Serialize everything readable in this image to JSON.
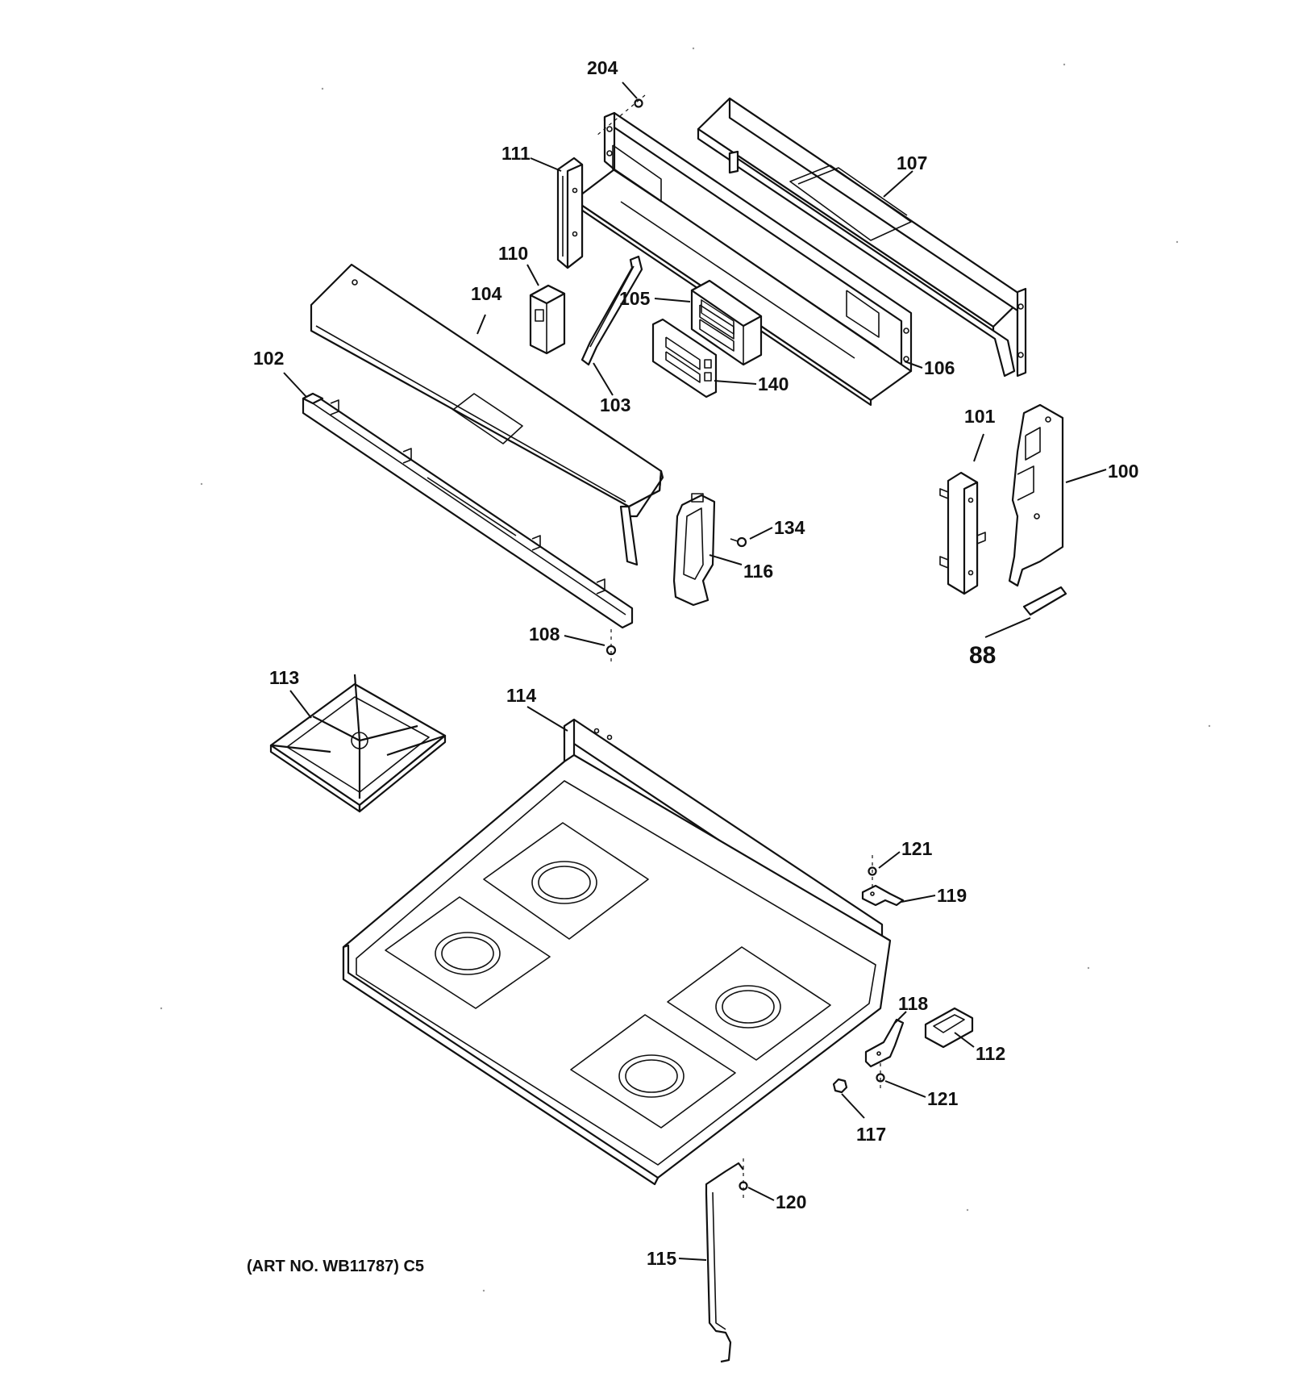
{
  "labels": {
    "p204": "204",
    "p111": "111",
    "p107": "107",
    "p110": "110",
    "p104": "104",
    "p105": "105",
    "p102": "102",
    "p106": "106",
    "p140": "140",
    "p103": "103",
    "p101": "101",
    "p100": "100",
    "p134": "134",
    "p116": "116",
    "p108": "108",
    "p88": "88",
    "p113": "113",
    "p114": "114",
    "p121a": "121",
    "p119": "119",
    "p118": "118",
    "p112": "112",
    "p121b": "121",
    "p117": "117",
    "p120": "120",
    "p115": "115"
  },
  "art_number": "(ART NO. WB11787) C5"
}
